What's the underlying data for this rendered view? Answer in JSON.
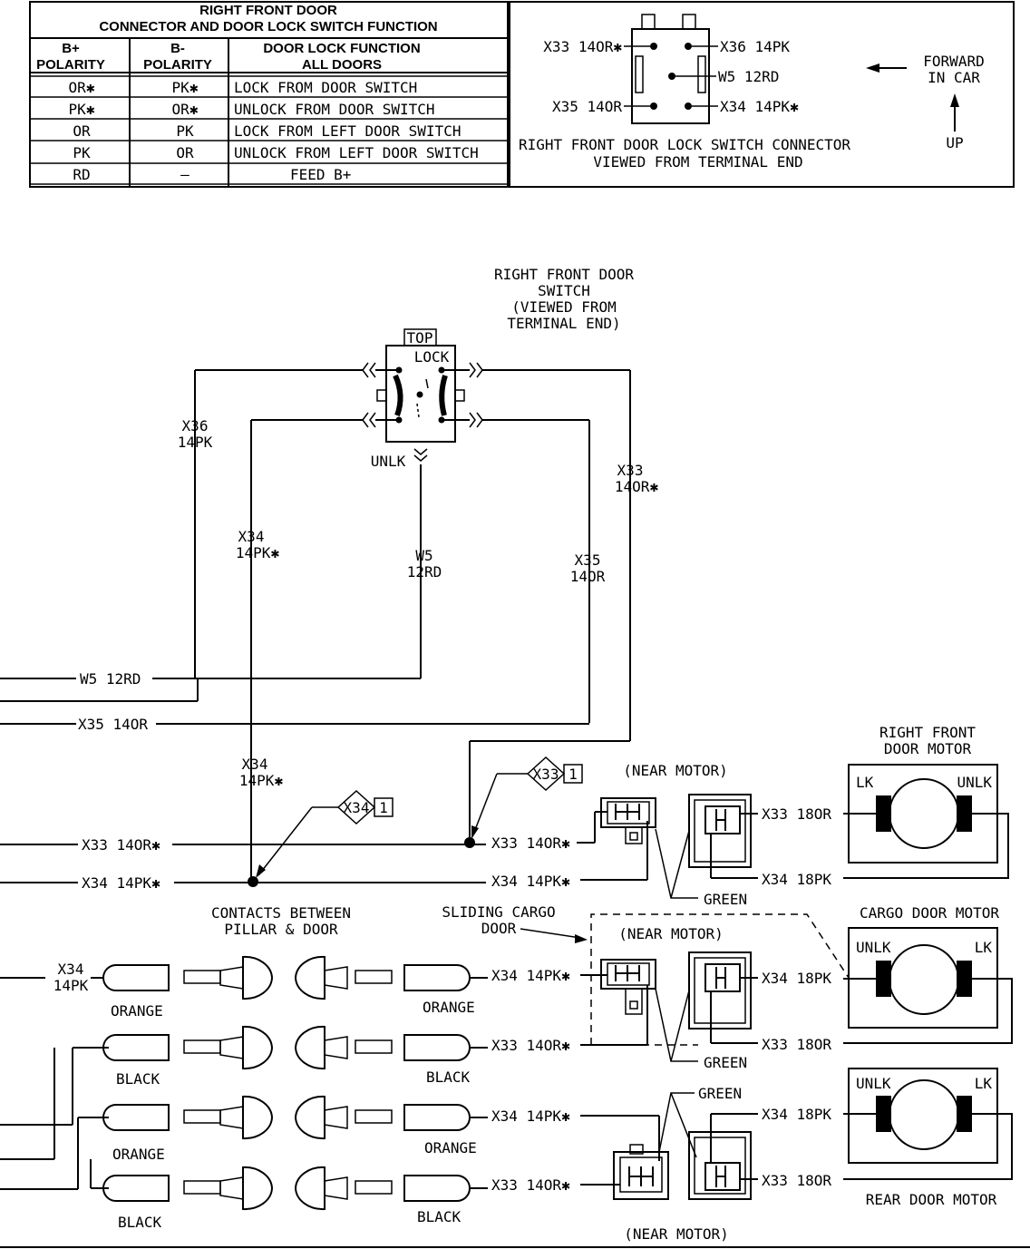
{
  "table": {
    "title_line1": "RIGHT FRONT DOOR",
    "title_line2": "CONNECTOR AND DOOR LOCK SWITCH FUNCTION",
    "headers": {
      "bplus_1": "B+",
      "bplus_2": "POLARITY",
      "bminus_1": "B-",
      "bminus_2": "POLARITY",
      "func_1": "DOOR LOCK FUNCTION",
      "func_2": "ALL DOORS"
    },
    "rows": [
      {
        "bplus": "OR✱",
        "bminus": "PK✱",
        "function": "LOCK FROM DOOR SWITCH"
      },
      {
        "bplus": "PK✱",
        "bminus": "OR✱",
        "function": "UNLOCK FROM DOOR SWITCH"
      },
      {
        "bplus": "OR",
        "bminus": "PK",
        "function": "LOCK FROM LEFT DOOR SWITCH"
      },
      {
        "bplus": "PK",
        "bminus": "OR",
        "function": "UNLOCK FROM LEFT DOOR SWITCH"
      },
      {
        "bplus": "RD",
        "bminus": "—",
        "function": "FEED B+"
      }
    ]
  },
  "connector_view": {
    "pin_x33": "X33 14OR✱",
    "pin_x36": "X36 14PK",
    "pin_w5": "W5 12RD",
    "pin_x35": "X35 14OR",
    "pin_x34": "X34 14PK✱",
    "caption_1": "RIGHT FRONT DOOR LOCK SWITCH CONNECTOR",
    "caption_2": "VIEWED FROM TERMINAL END",
    "forward_1": "FORWARD",
    "forward_2": "IN CAR",
    "up": "UP"
  },
  "switch": {
    "title_1": "RIGHT FRONT DOOR",
    "title_2": "SWITCH",
    "title_3": "(VIEWED FROM",
    "title_4": "TERMINAL END)",
    "top": "TOP",
    "lock": "LOCK",
    "unlk": "UNLK"
  },
  "wires": {
    "x36_a": "X36",
    "x36_b": "14PK",
    "x33_a": "X33",
    "x33_b": "14OR✱",
    "x34_a": "X34",
    "x34_b": "14PK✱",
    "w5_a": "W5",
    "w5_b": "12RD",
    "x35_a": "X35",
    "x35_b": "14OR",
    "x34c_a": "X34",
    "x34c_b": "14PK✱",
    "left_w5": "W5 12RD",
    "left_x35": "X35 14OR",
    "left_x33": "X33 14OR✱",
    "left_x34": "X34 14PK✱",
    "splice_x33": "X33",
    "splice_x34": "X34",
    "splice_num": "1"
  },
  "motors": {
    "rf_title_1": "RIGHT FRONT",
    "rf_title_2": "DOOR MOTOR",
    "cargo_title": "CARGO DOOR MOTOR",
    "rear_title": "REAR DOOR MOTOR",
    "lk": "LK",
    "unlk": "UNLK",
    "near_motor": "(NEAR MOTOR)",
    "green": "GREEN",
    "x33_14": "X33 14OR✱",
    "x34_14": "X34 14PK✱",
    "x33_18": "X33 18OR",
    "x34_18": "X34 18PK"
  },
  "contacts": {
    "title_1": "CONTACTS BETWEEN",
    "title_2": "PILLAR & DOOR",
    "sliding_1": "SLIDING CARGO",
    "sliding_2": "DOOR",
    "x34_a": "X34",
    "x34_b": "14PK",
    "orange": "ORANGE",
    "black": "BLACK"
  }
}
